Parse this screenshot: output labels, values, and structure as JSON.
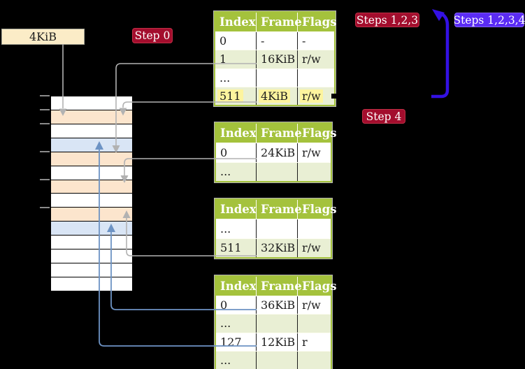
{
  "labels": {
    "page_size": "4KiB",
    "step0": "Step 0",
    "steps123": "Steps 1,2,3",
    "steps1234": "Steps 1,2,3,4",
    "step4": "Step 4"
  },
  "palette": {
    "step_label_red": "#a30d2d",
    "step_label_blue": "#5b2cf4",
    "loop_arrow_blue": "#3411e3",
    "frame_pointer_blue": "#6d93c4",
    "pointer_gray": "#b2b2b2",
    "table_header_green": "#a4c23c",
    "table_row_green": "#e9efd4",
    "highlight_yellow": "#fdf49e",
    "memory_peach": "#fce5cd",
    "memory_blue": "#d9e5f5",
    "size_label_cream": "#fbecc7"
  },
  "memory_strip": {
    "rows": [
      "white",
      "peach",
      "white",
      "blue",
      "peach",
      "white",
      "peach",
      "white",
      "peach",
      "blue",
      "white",
      "white",
      "white",
      "white"
    ],
    "tick_count": 6
  },
  "tables": [
    {
      "headers": [
        "Index",
        "Frame",
        "Flags"
      ],
      "rows": [
        {
          "cells": [
            "0",
            "-",
            "-"
          ]
        },
        {
          "cells": [
            "1",
            "16KiB",
            "r/w"
          ]
        },
        {
          "cells": [
            "...",
            "",
            ""
          ]
        },
        {
          "cells": [
            "511",
            "4KiB",
            "r/w"
          ],
          "highlighted": true
        }
      ]
    },
    {
      "headers": [
        "Index",
        "Frame",
        "Flags"
      ],
      "rows": [
        {
          "cells": [
            "0",
            "24KiB",
            "r/w"
          ]
        },
        {
          "cells": [
            "...",
            "",
            ""
          ]
        }
      ]
    },
    {
      "headers": [
        "Index",
        "Frame",
        "Flags"
      ],
      "rows": [
        {
          "cells": [
            "...",
            "",
            ""
          ]
        },
        {
          "cells": [
            "511",
            "32KiB",
            "r/w"
          ]
        }
      ]
    },
    {
      "headers": [
        "Index",
        "Frame",
        "Flags"
      ],
      "rows": [
        {
          "cells": [
            "0",
            "36KiB",
            "r/w"
          ]
        },
        {
          "cells": [
            "...",
            "",
            ""
          ]
        },
        {
          "cells": [
            "127",
            "12KiB",
            "r"
          ]
        },
        {
          "cells": [
            "...",
            "",
            ""
          ]
        }
      ]
    }
  ]
}
